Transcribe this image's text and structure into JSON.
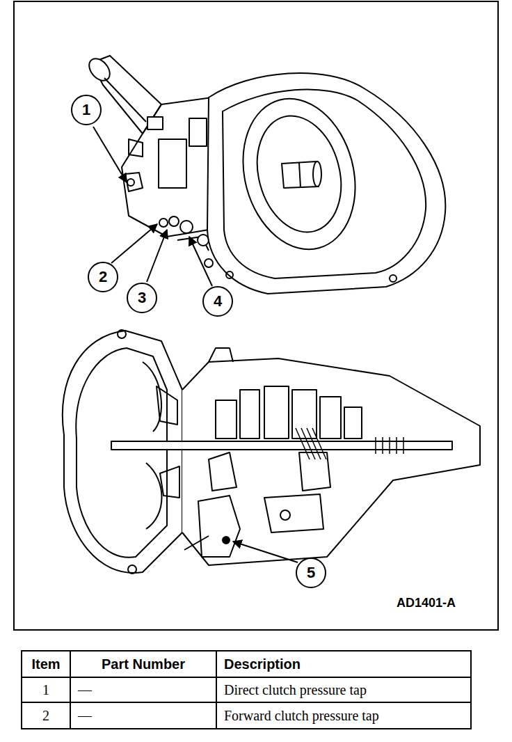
{
  "diagram": {
    "nodes": [
      {
        "text": [
          "1"
        ]
      },
      {
        "text": [
          "2"
        ]
      },
      {
        "text": [
          "3"
        ]
      },
      {
        "text": [
          "4"
        ]
      },
      {
        "text": [
          "5"
        ]
      }
    ],
    "labels": [
      "AD1401-A",
      "Item",
      "Part Number",
      "Description",
      "1",
      "—",
      "Direct clutch pressure tap",
      "2",
      "—",
      "Forward clutch pressure tap"
    ]
  }
}
